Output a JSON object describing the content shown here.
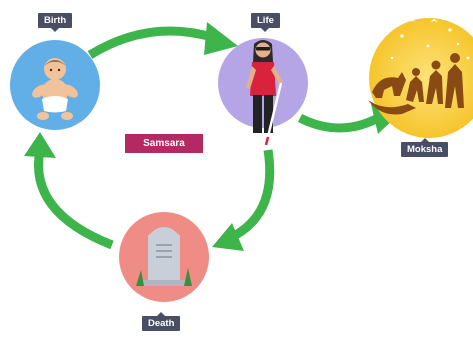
{
  "stages": {
    "birth": "Birth",
    "life": "Life",
    "death": "Death",
    "moksha": "Moksha"
  },
  "center_label": "Samsara",
  "colors": {
    "arrow": "#3db54a",
    "birth_circle": "#62aee6",
    "life_circle": "#b6a5e6",
    "death_circle": "#ef8c86",
    "moksha_circle": "#f6c832",
    "label_bg": "#4a4e64",
    "samsara_tag": "#b52962"
  }
}
